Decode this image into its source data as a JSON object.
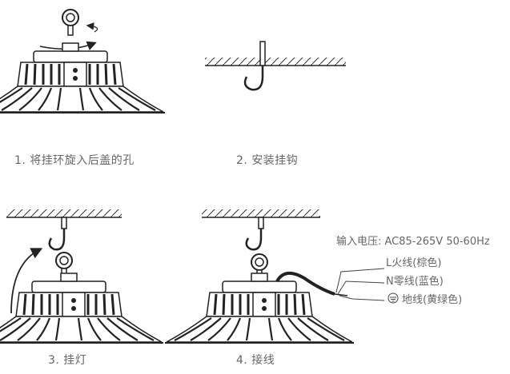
{
  "steps": [
    {
      "label": "1. 将挂环旋入后盖的孔"
    },
    {
      "label": "2. 安装挂钩"
    },
    {
      "label": "3. 挂灯"
    },
    {
      "label": "4. 接线"
    }
  ],
  "wiring": {
    "input_voltage": "输入电压: AC85-265V 50-60Hz",
    "live": "L火线(棕色)",
    "neutral": "N零线(蓝色)",
    "earth": "地线(黄绿色)"
  }
}
